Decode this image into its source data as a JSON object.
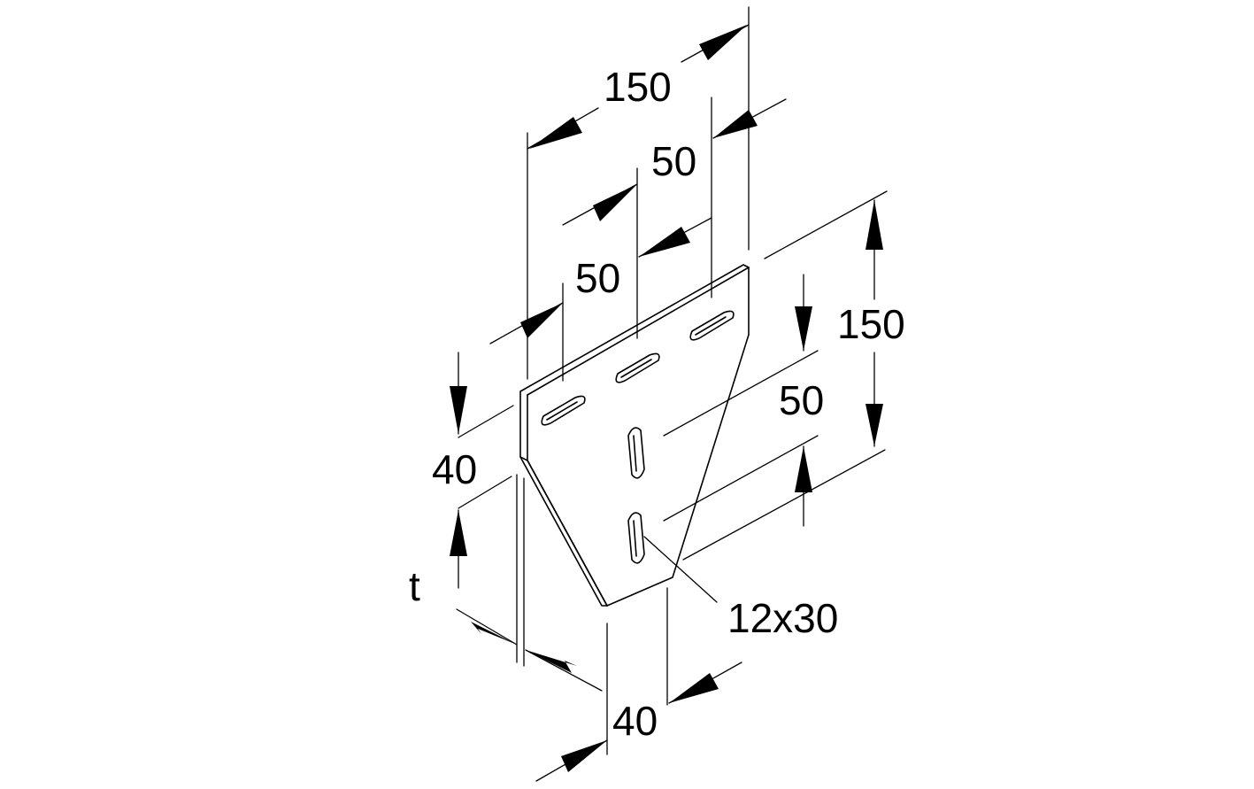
{
  "diagram": {
    "dimensions": {
      "overall_width": "150",
      "overall_height": "150",
      "slot_pitch_top_right": "50",
      "slot_pitch_top_left": "50",
      "slot_pitch_vertical": "50",
      "edge_offset_left": "40",
      "edge_offset_bottom": "40",
      "thickness": "t",
      "slot_size": "12x30"
    },
    "colors": {
      "line": "#000000",
      "background": "#ffffff"
    }
  }
}
